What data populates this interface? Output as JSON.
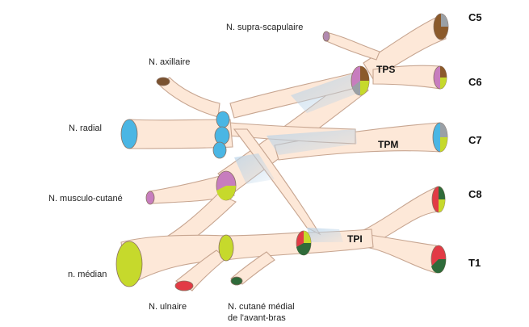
{
  "labels": {
    "supra_scapulaire": "N. supra-scapulaire",
    "axillaire": "N. axillaire",
    "radial": "N. radial",
    "musculo_cutane": "N. musculo-cutané",
    "median": "n. médian",
    "ulnaire": "N. ulnaire",
    "cutane_line1": "N. cutané médial",
    "cutane_line2": "de l'avant-bras"
  },
  "roots": {
    "c5": "C5",
    "c6": "C6",
    "c7": "C7",
    "c8": "C8",
    "t1": "T1"
  },
  "trunks": {
    "tps": "TPS",
    "tpm": "TPM",
    "tpi": "TPI"
  },
  "colors": {
    "nerve": "#fde8d8",
    "outline": "#c7a590",
    "c5": "#8b5a2b",
    "c6": "#c77dbe",
    "c7": "#4ab6e4",
    "c8": "#e23b45",
    "t1": "#2f6b3a",
    "mixed": "#c6d92c"
  }
}
